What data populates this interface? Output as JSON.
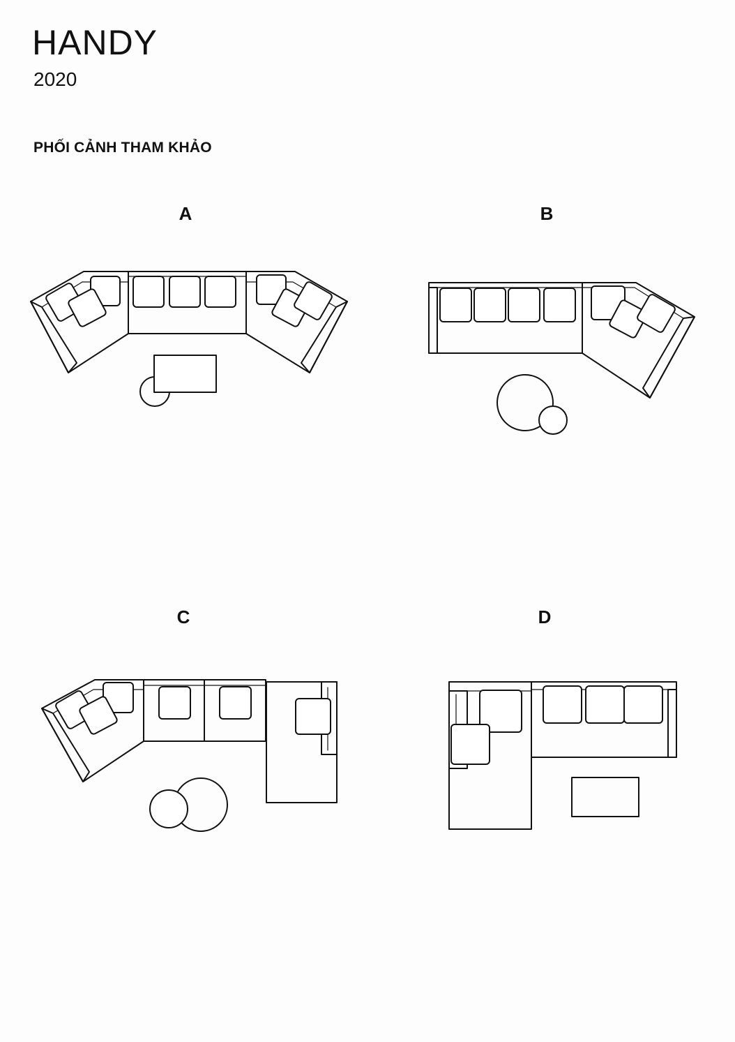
{
  "header": {
    "title": "HANDY",
    "year": "2020",
    "section_title": "PHỐI CẢNH THAM KHẢO"
  },
  "layouts": [
    {
      "id": "A",
      "label": "A"
    },
    {
      "id": "B",
      "label": "B"
    },
    {
      "id": "C",
      "label": "C"
    },
    {
      "id": "D",
      "label": "D"
    }
  ]
}
